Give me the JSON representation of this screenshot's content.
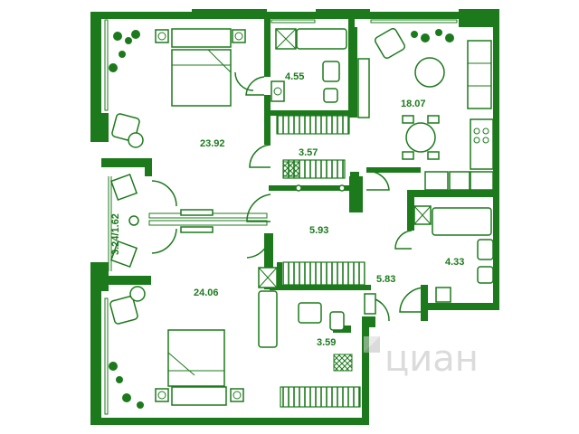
{
  "colors": {
    "wall": "#1c7a1c",
    "background": "#ffffff",
    "watermark": "#bfbfbf"
  },
  "rooms": [
    {
      "id": "bedroom-top",
      "area": "23.92"
    },
    {
      "id": "bathroom-top",
      "area": "4.55"
    },
    {
      "id": "kitchen-living",
      "area": "18.07"
    },
    {
      "id": "wardrobe-top",
      "area": "3.57"
    },
    {
      "id": "hall",
      "area": "5.93"
    },
    {
      "id": "balcony",
      "area": "3.24/1.62"
    },
    {
      "id": "bedroom-bottom",
      "area": "24.06"
    },
    {
      "id": "corridor",
      "area": "5.83"
    },
    {
      "id": "bathroom-right",
      "area": "4.33"
    },
    {
      "id": "bathroom-bottom",
      "area": "3.59"
    }
  ],
  "watermark": {
    "text": "циан",
    "icon": "cian-logo-icon"
  }
}
